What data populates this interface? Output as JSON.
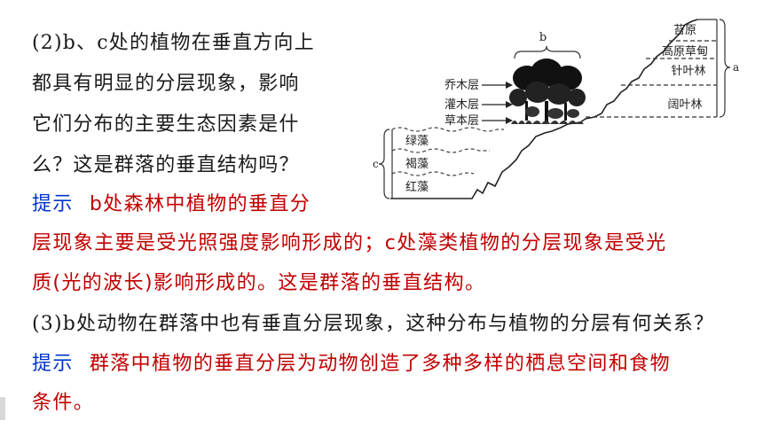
{
  "question2": {
    "line1": "(2)b、c处的植物在垂直方向上",
    "line2": "都具有明显的分层现象，影响",
    "line3": "它们分布的主要生态因素是什",
    "line4": "么？这是群落的垂直结构吗？"
  },
  "hint_label": "提示",
  "answer2": {
    "line1": "b处森林中植物的垂直分",
    "line2": "层现象主要是受光照强度影响形成的；c处藻类植物的分层现象是受光",
    "line3": "质(光的波长)影响形成的。这是群落的垂直结构。"
  },
  "question3": {
    "line1": "(3)b处动物在群落中也有垂直分层现象，这种分布与植物的分层有何关系？"
  },
  "answer3": {
    "line1": "群落中植物的垂直分层为动物创造了多种多样的栖息空间和食物",
    "line2": "条件。"
  },
  "diagram": {
    "label_b": "b",
    "label_a": "a",
    "label_c": "c",
    "forest_layers": [
      "乔木层",
      "灌木层",
      "草本层"
    ],
    "algae_layers": [
      "绿藻",
      "褐藻",
      "红藻"
    ],
    "mountain_zones": [
      "苔原",
      "高原草甸",
      "针叶林",
      "阔叶林"
    ]
  },
  "colors": {
    "text": "#1a1a1a",
    "answer": "#c00000",
    "hint": "#0033cc"
  }
}
